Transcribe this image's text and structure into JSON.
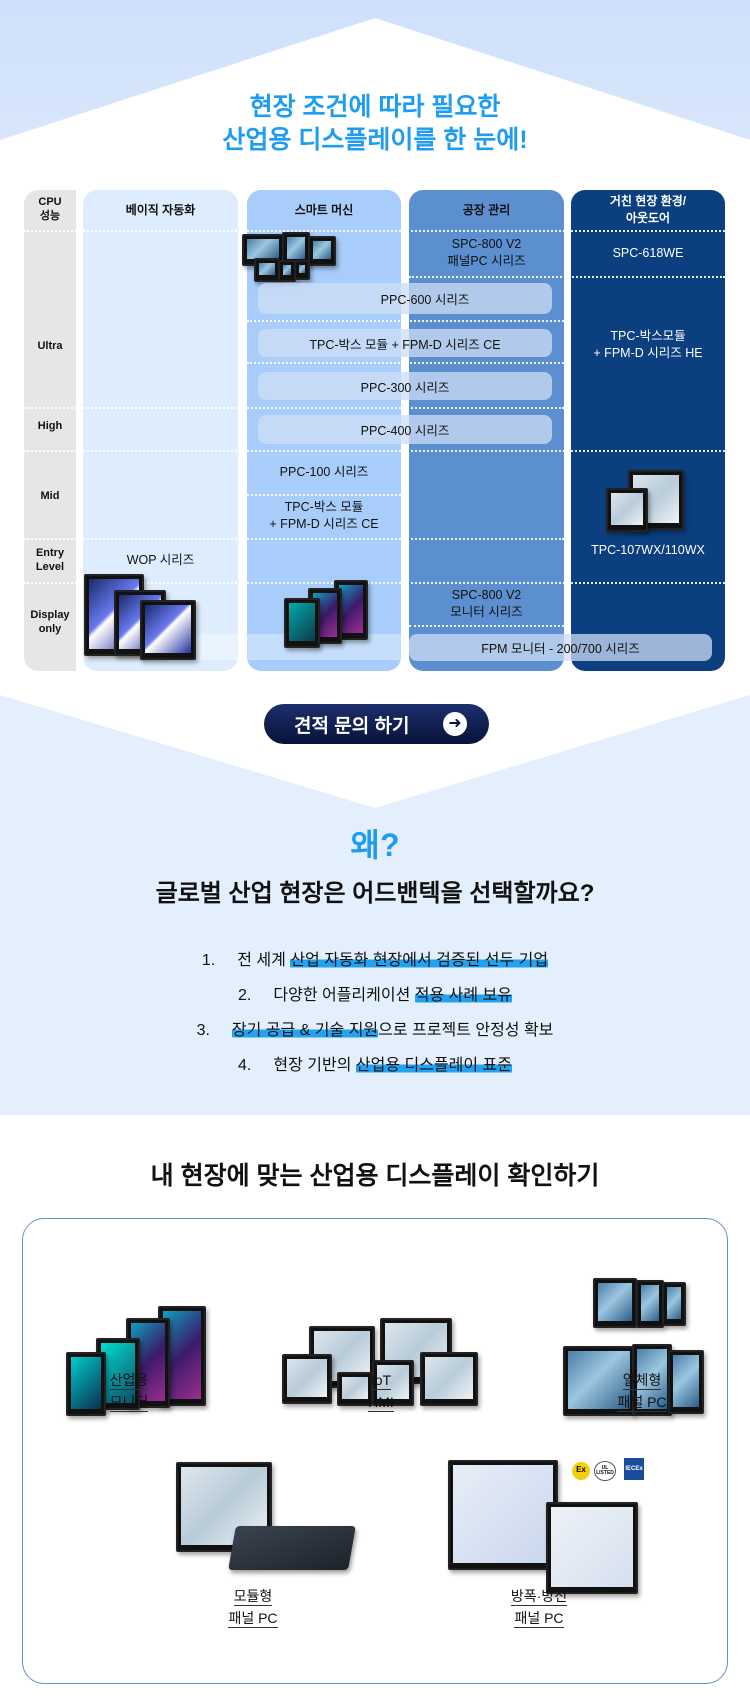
{
  "hero": {
    "title_line1": "현장 조건에 따라 필요한",
    "title_line2": "산업용 디스플레이를 한 눈에!"
  },
  "table": {
    "row_header": "CPU\n성능",
    "columns": [
      "베이직 자동화",
      "스마트 머신",
      "공장 관리",
      "거친 현장 환경/\n아웃도어"
    ],
    "row_labels": [
      "Ultra",
      "High",
      "Mid",
      "Entry\nLevel",
      "Display\nonly"
    ],
    "cells": {
      "spc800_panel": "SPC-800 V2\n패널PC 시리즈",
      "spc618we": "SPC-618WE",
      "ppc600": "PPC-600 시리즈",
      "tpc_ce_wide": "TPC-박스 모듈 + FPM-D 시리즈 CE",
      "ppc300": "PPC-300 시리즈",
      "ppc400": "PPC-400 시리즈",
      "tpc_he": "TPC-박스모듈\n+ FPM-D 시리즈 HE",
      "ppc100": "PPC-100 시리즈",
      "tpc_ce": "TPC-박스 모듈\n+ FPM-D 시리즈 CE",
      "wop": "WOP 시리즈",
      "tpc107": "TPC-107WX/110WX",
      "spc800_monitor": "SPC-800 V2\n모니터 시리즈",
      "fpm": "FPM 모니터 - 200/700 시리즈"
    }
  },
  "cta": {
    "label": "견적 문의 하기",
    "icon": "arrow-right-circle-icon"
  },
  "why": {
    "title": "왜?",
    "subtitle": "글로벌 산업 현장은 어드밴텍을 선택할까요?",
    "items": [
      {
        "num": "1.",
        "pre": "전 세계 ",
        "hl": "산업 자동화 현장에서 검증된 선두 기업",
        "post": ""
      },
      {
        "num": "2.",
        "pre": "다양한 어플리케이션 ",
        "hl": "적용 사례 보유",
        "post": ""
      },
      {
        "num": "3.",
        "pre": "",
        "hl": "장기 공급 & 기술 지원",
        "post": "으로 프로젝트 안정성 확보"
      },
      {
        "num": "4.",
        "pre": "현장 기반의 ",
        "hl": "산업용 디스플레이 표준",
        "post": ""
      }
    ]
  },
  "products": {
    "title": "내 현장에 맞는 산업용 디스플레이 확인하기",
    "items": [
      {
        "line1": "산업용",
        "line2": "모니터"
      },
      {
        "line1": "IoT",
        "line2": "HMI"
      },
      {
        "line1": "일체형",
        "line2": "패널 PC"
      },
      {
        "line1": "모듈형",
        "line2": "패널 PC"
      },
      {
        "line1": "방폭·방진",
        "line2": "패널 PC"
      }
    ],
    "certs": [
      "Ex",
      "UL LISTED",
      "IECEx"
    ]
  },
  "colors": {
    "accent": "#1e9cf0",
    "navy": "#0b3f7f",
    "button": "#0a1640"
  }
}
